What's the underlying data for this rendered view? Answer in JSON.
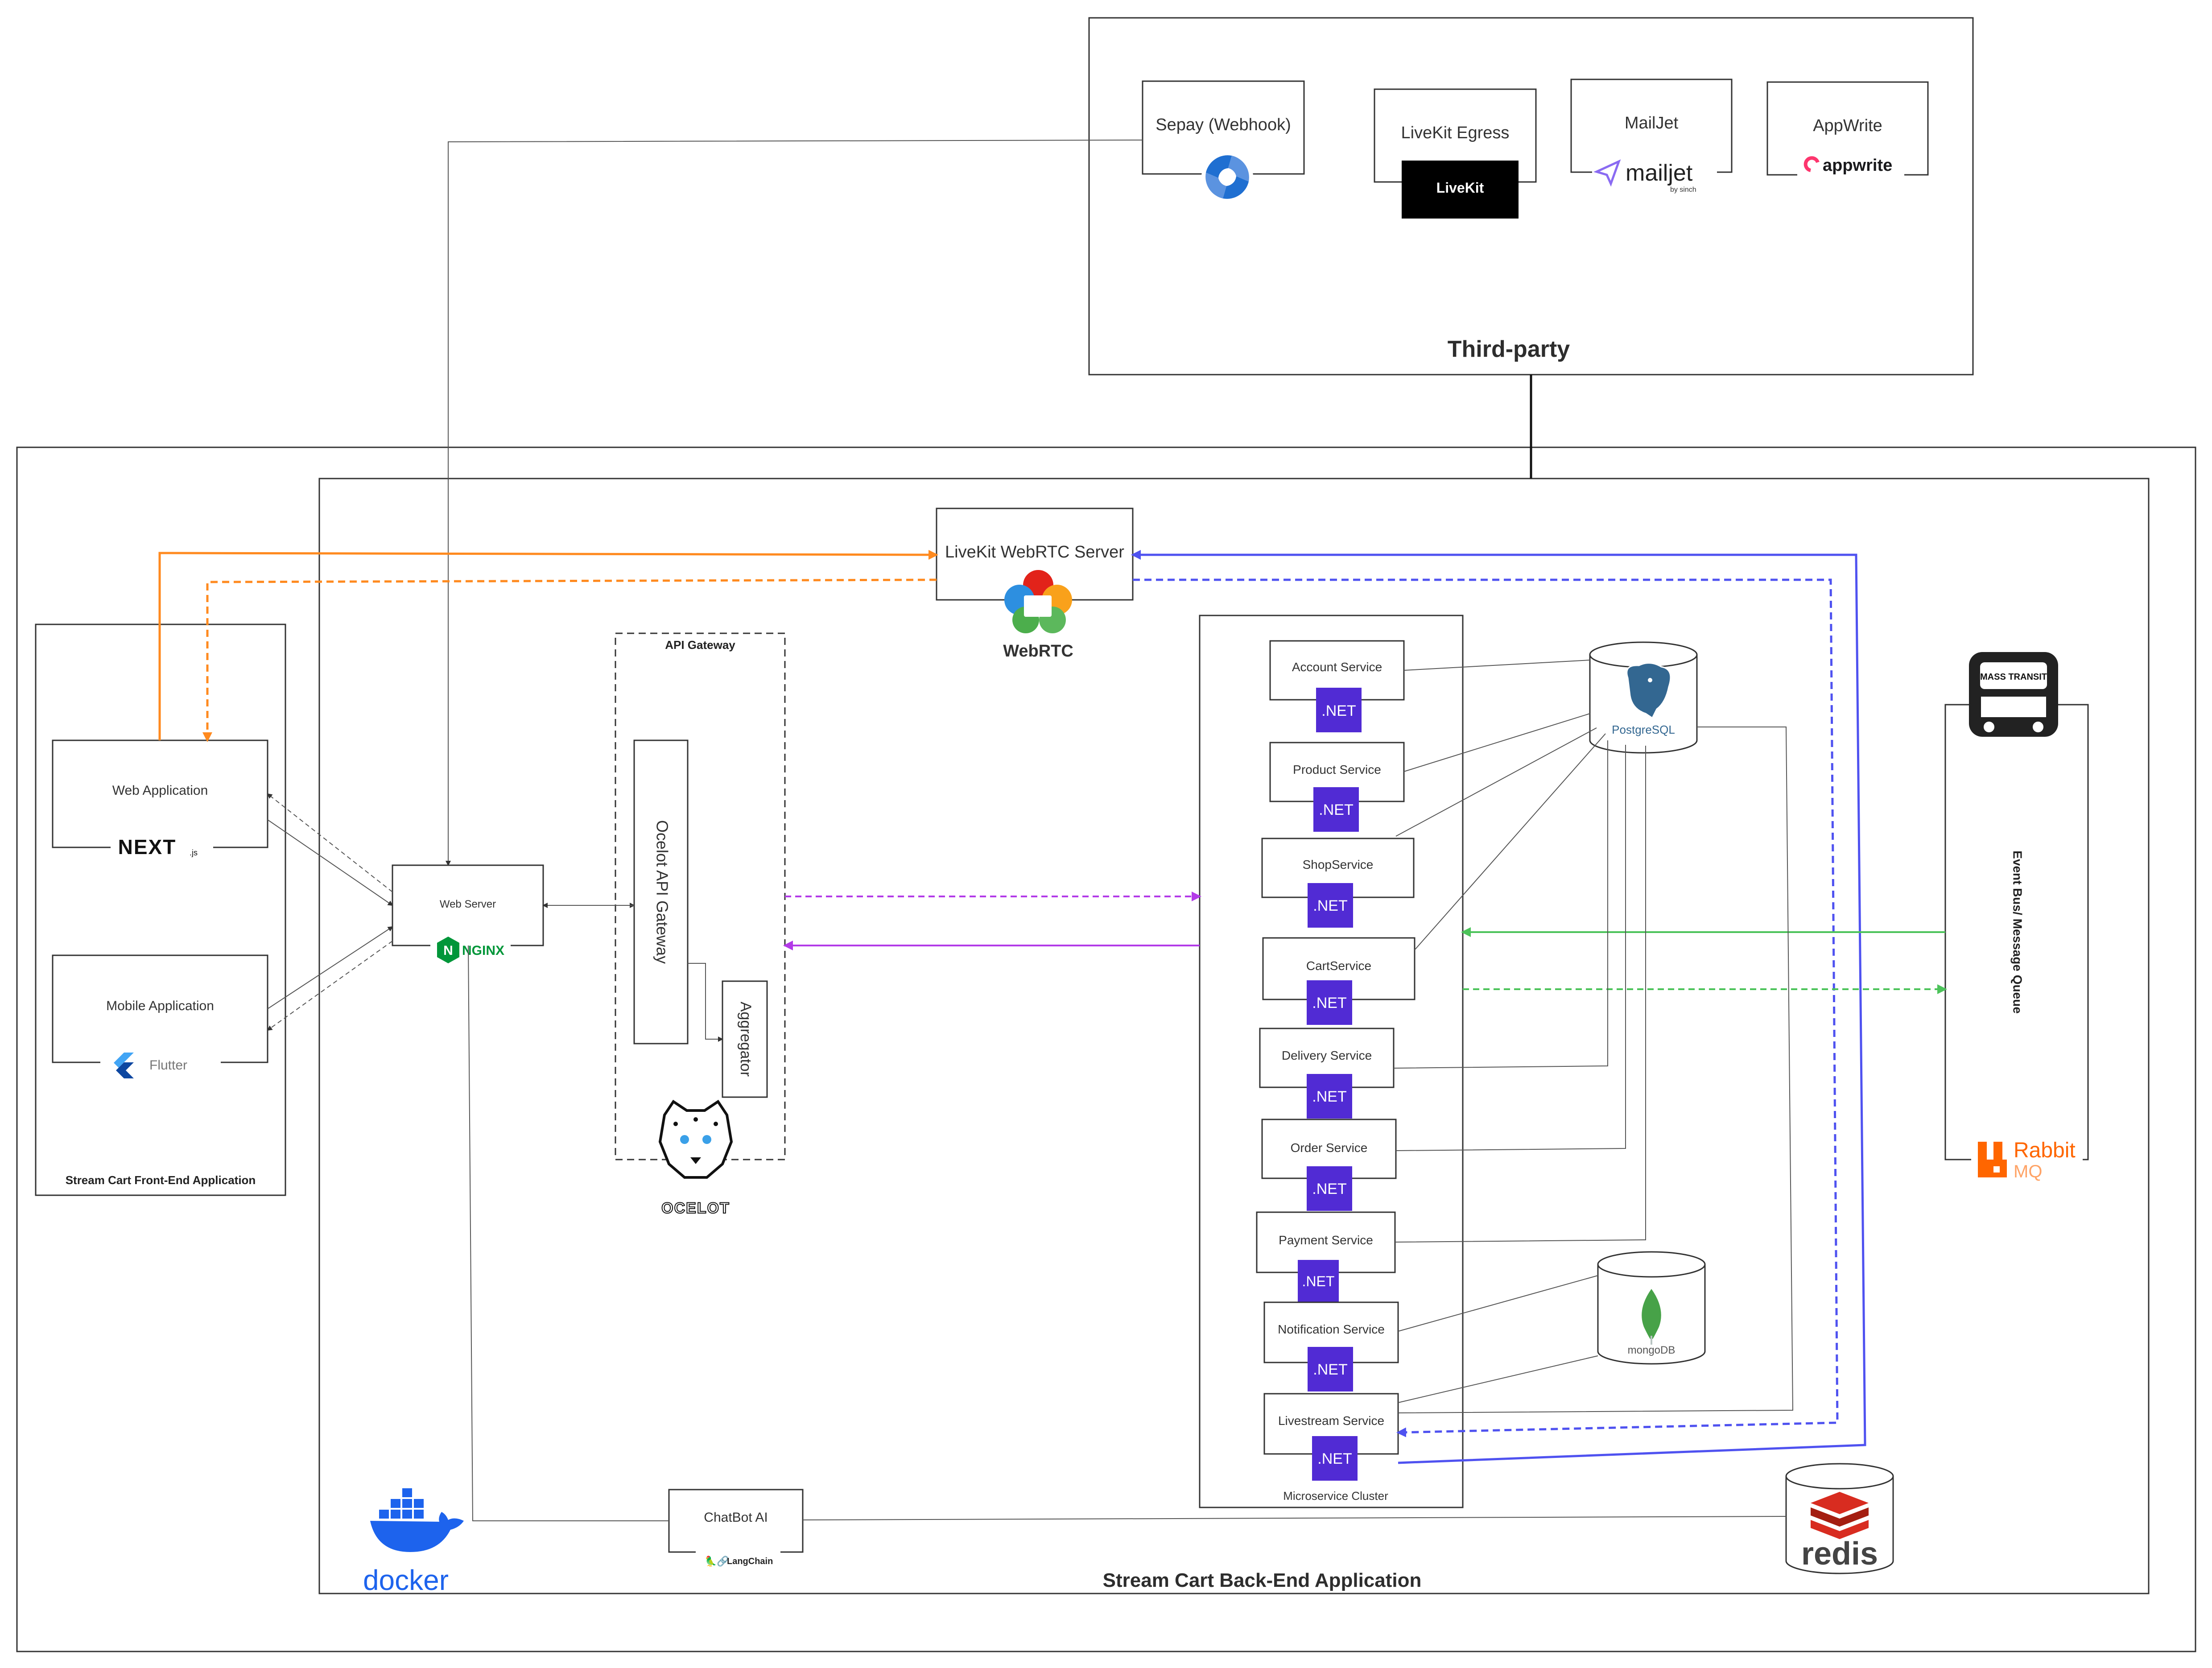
{
  "third_party": {
    "title": "Third-party",
    "sepay": "Sepay (Webhook)",
    "livekit_egress": "LiveKit Egress",
    "livekit_logo": "LiveKit",
    "mailjet": "MailJet",
    "mailjet_logo": "mailjet",
    "mailjet_sub": "by sinch",
    "appwrite": "AppWrite",
    "appwrite_logo": "appwrite"
  },
  "frontend": {
    "title": "Stream Cart  Front-End Application",
    "web_app": "Web Application",
    "next_logo": "NEXT",
    "next_suffix": ".js",
    "mobile_app": "Mobile Application",
    "flutter_logo": "Flutter"
  },
  "backend": {
    "title": "Stream Cart  Back-End Application",
    "web_server": "Web Server",
    "nginx_logo": "NGINX",
    "api_gateway_title": "API Gateway",
    "ocelot_gateway": "Ocelot API Gateway",
    "aggregator": "Aggregator",
    "ocelot_logo": "OCELOT",
    "livekit_server": "LiveKit WebRTC Server",
    "webrtc_logo": "WebRTC",
    "chatbot": "ChatBot AI",
    "langchain_logo": "LangChain",
    "docker_logo": "docker",
    "redis_logo": "redis",
    "postgres_logo": "PostgreSQL",
    "mongo_logo": "mongoDB",
    "event_bus": "Event Bus/ Message Queue",
    "rabbit_logo_1": "Rabbit",
    "rabbit_logo_2": "MQ",
    "masstransit_logo": "MASS TRANSIT"
  },
  "cluster": {
    "title": "Microservice Cluster",
    "net_badge": ".NET",
    "services": [
      "Account Service",
      "Product Service",
      "ShopService",
      "CartService",
      "Delivery Service",
      "Order Service",
      "Payment Service",
      "Notification Service",
      "Livestream Service"
    ]
  },
  "colors": {
    "orange": "#ff8a1f",
    "purple": "#b33ae8",
    "blue": "#4f52f0",
    "green": "#4cc35a",
    "dotnet": "#512bd4",
    "rabbit": "#ff6600",
    "docker": "#1d63ed",
    "redis": "#d82c20",
    "postgres": "#336791",
    "mongo": "#47a248"
  },
  "icons": [
    "sepay-icon",
    "livekit-icon",
    "mailjet-icon",
    "appwrite-icon",
    "nextjs-icon",
    "flutter-icon",
    "nginx-icon",
    "ocelot-icon",
    "webrtc-icon",
    "langchain-icon",
    "docker-icon",
    "redis-icon",
    "postgresql-icon",
    "mongodb-icon",
    "rabbitmq-icon",
    "masstransit-icon"
  ]
}
